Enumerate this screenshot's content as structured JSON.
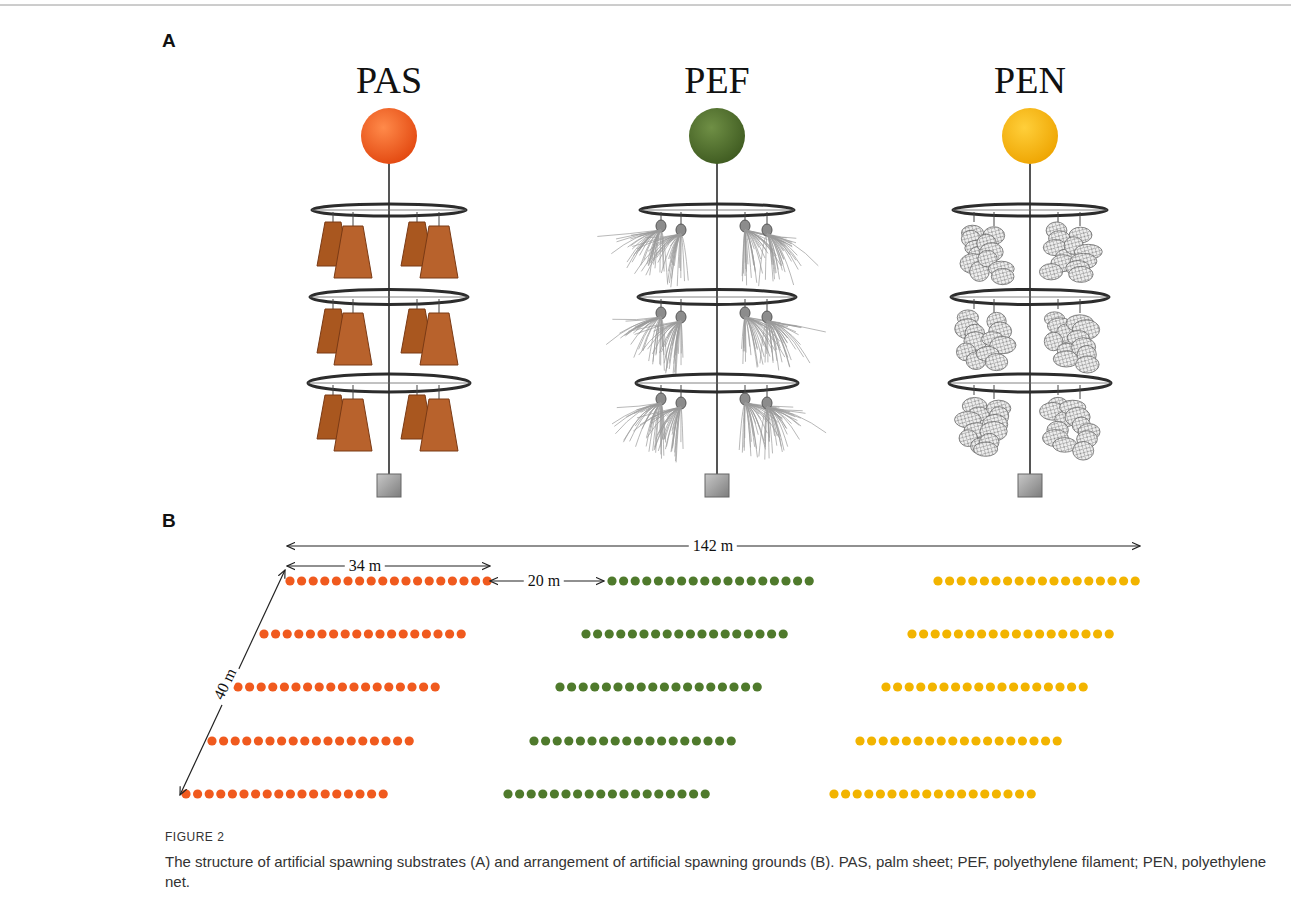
{
  "diagram": {
    "caption": "The structure of artificial spawning substrates (A) and arrangement of artificial spawning grounds (B). PAS, palm sheet; PEF, polyethylene filament; PEN, polyethylene net.",
    "labels": [
      "A",
      "PAS",
      "PEF",
      "PEN",
      "B",
      "142 m",
      "34 m",
      "20 m",
      "40 m",
      "FIGURE 2"
    ]
  }
}
